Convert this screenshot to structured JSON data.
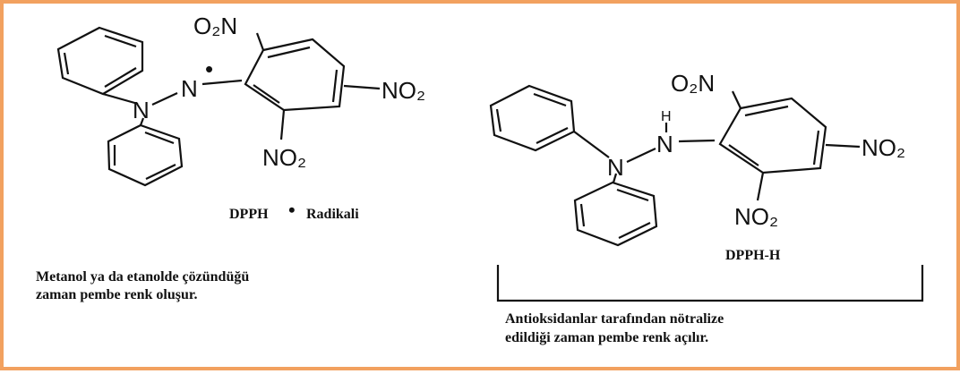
{
  "colors": {
    "frame_border": "#f2a15f",
    "ink": "#111111"
  },
  "left_molecule": {
    "no2_top": "O₂N",
    "no2_right": "NO₂",
    "no2_bottom": "NO₂",
    "n_radical": "N",
    "n_amine": "N",
    "radical_dot": "•",
    "name_part1": "DPPH",
    "name_dot": "•",
    "name_part2": "Radikali",
    "caption_line1": "Metanol ya da etanolde çözündüğü",
    "caption_line2": "zaman pembe renk oluşur."
  },
  "right_molecule": {
    "no2_top": "O₂N",
    "no2_right": "NO₂",
    "no2_bottom": "NO₂",
    "h_atom": "H",
    "n_hydrazyl": "N",
    "n_amine": "N",
    "name": "DPPH-H",
    "caption_line1": "Antioksidanlar tarafından nötralize",
    "caption_line2": "edildiği zaman pembe renk açılır."
  }
}
